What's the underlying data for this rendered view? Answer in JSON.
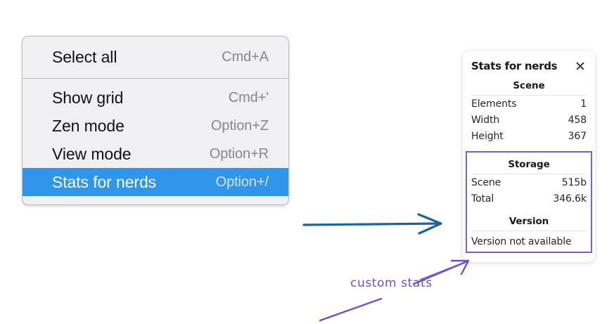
{
  "menu": {
    "groups": [
      {
        "items": [
          {
            "label": "Select all",
            "shortcut": "Cmd+A",
            "selected": false
          }
        ]
      },
      {
        "items": [
          {
            "label": "Show grid",
            "shortcut": "Cmd+'",
            "selected": false
          },
          {
            "label": "Zen mode",
            "shortcut": "Option+Z",
            "selected": false
          },
          {
            "label": "View mode",
            "shortcut": "Option+R",
            "selected": false
          },
          {
            "label": "Stats for nerds",
            "shortcut": "Option+/",
            "selected": true
          }
        ]
      }
    ],
    "highlight_color": "#2f96ec"
  },
  "stats_panel": {
    "title": "Stats for nerds",
    "close_icon": "close-icon",
    "sections": [
      {
        "title": "Scene",
        "rows": [
          {
            "key": "Elements",
            "value": "1"
          },
          {
            "key": "Width",
            "value": "458"
          },
          {
            "key": "Height",
            "value": "367"
          }
        ]
      },
      {
        "title": "Storage",
        "rows": [
          {
            "key": "Scene",
            "value": "515b"
          },
          {
            "key": "Total",
            "value": "346.6k"
          }
        ]
      },
      {
        "title": "Version",
        "note": "Version not available"
      }
    ],
    "highlight_border_color": "#7b5ee0"
  },
  "annotations": {
    "label": "custom stats",
    "label_color": "#6a4fd8",
    "arrow_color": "#1f6399"
  }
}
